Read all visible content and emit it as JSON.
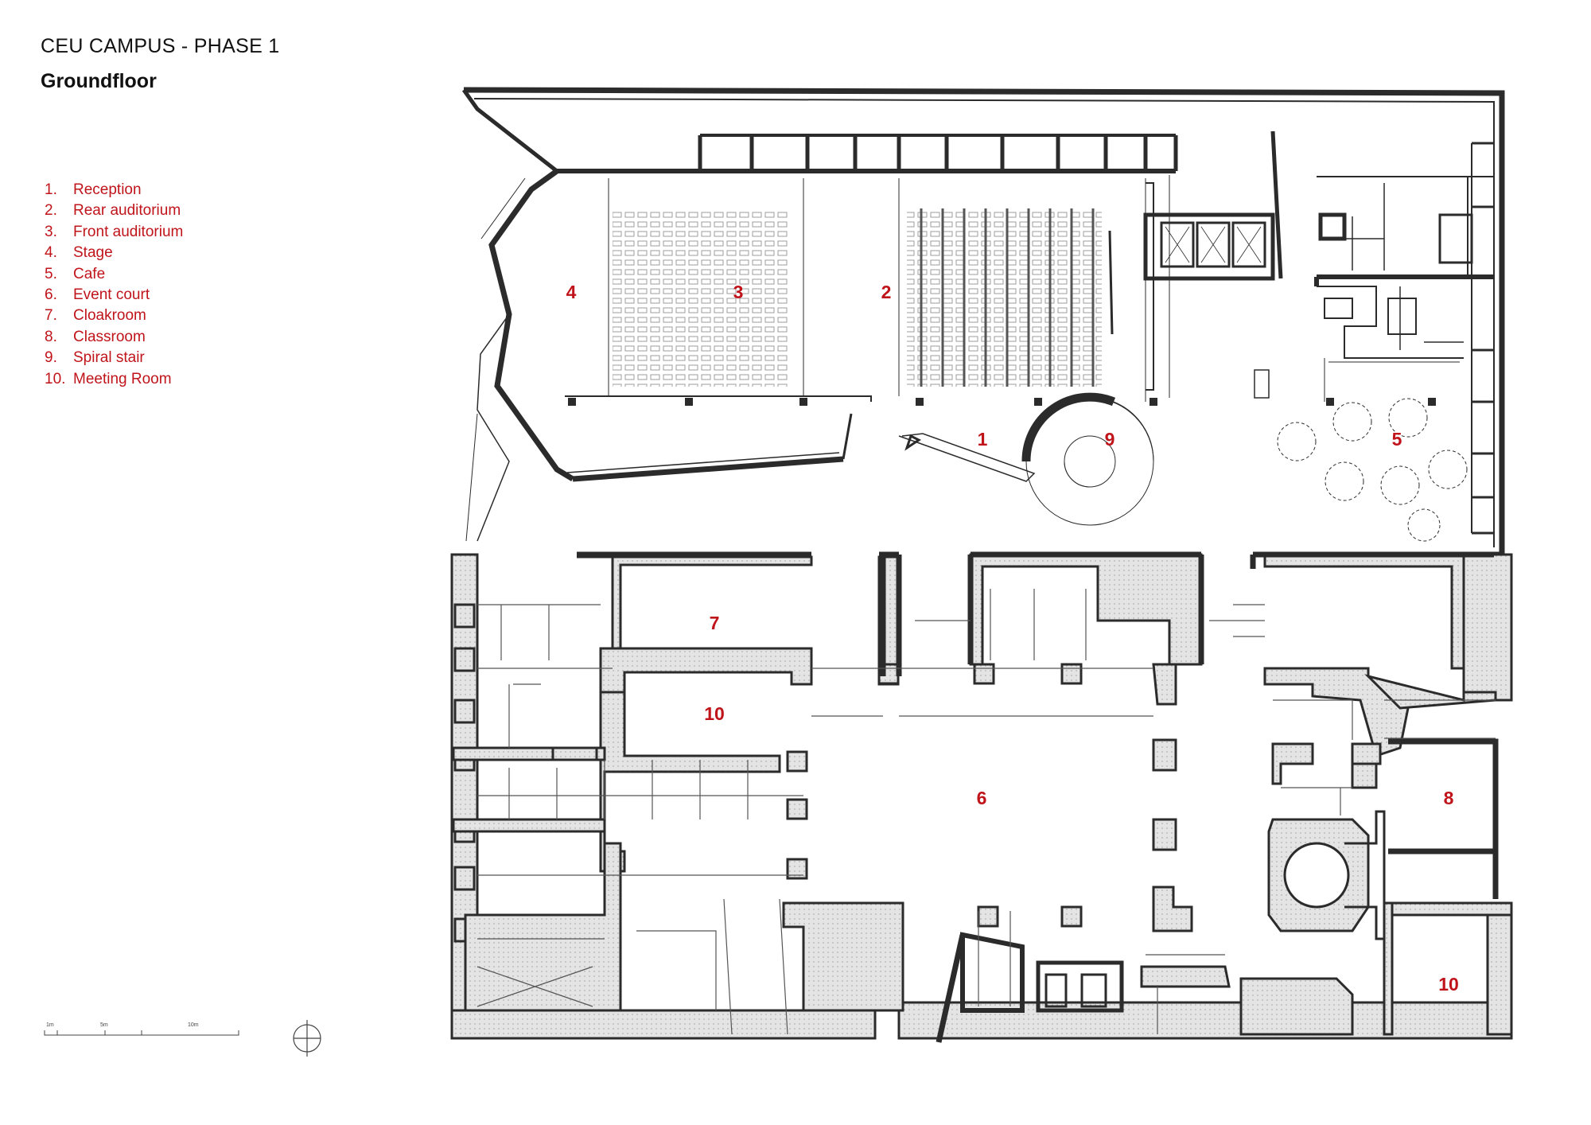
{
  "header": {
    "title": "CEU CAMPUS - PHASE 1",
    "subtitle": "Groundfloor"
  },
  "legend": [
    {
      "num": "1.",
      "label": "Reception"
    },
    {
      "num": "2.",
      "label": "Rear auditorium"
    },
    {
      "num": "3.",
      "label": "Front auditorium"
    },
    {
      "num": "4.",
      "label": "Stage"
    },
    {
      "num": "5.",
      "label": "Cafe"
    },
    {
      "num": "6.",
      "label": "Event court"
    },
    {
      "num": "7.",
      "label": "Cloakroom"
    },
    {
      "num": "8.",
      "label": "Classroom"
    },
    {
      "num": "9.",
      "label": "Spiral stair"
    },
    {
      "num": "10.",
      "label": "Meeting Room"
    }
  ],
  "rooms": [
    {
      "id": "room-1",
      "label": "1"
    },
    {
      "id": "room-2",
      "label": "2"
    },
    {
      "id": "room-3",
      "label": "3"
    },
    {
      "id": "room-4",
      "label": "4"
    },
    {
      "id": "room-5",
      "label": "5"
    },
    {
      "id": "room-6",
      "label": "6"
    },
    {
      "id": "room-7",
      "label": "7"
    },
    {
      "id": "room-8",
      "label": "8"
    },
    {
      "id": "room-9",
      "label": "9"
    },
    {
      "id": "room-10a",
      "label": "10"
    },
    {
      "id": "room-10b",
      "label": "10"
    }
  ],
  "scale": {
    "t1": "1m",
    "t2": "5m",
    "t3": "10m"
  },
  "colors": {
    "label_red": "#c0141b",
    "wall": "#2b2b2b",
    "wall_fill": "#d9d9d9"
  }
}
